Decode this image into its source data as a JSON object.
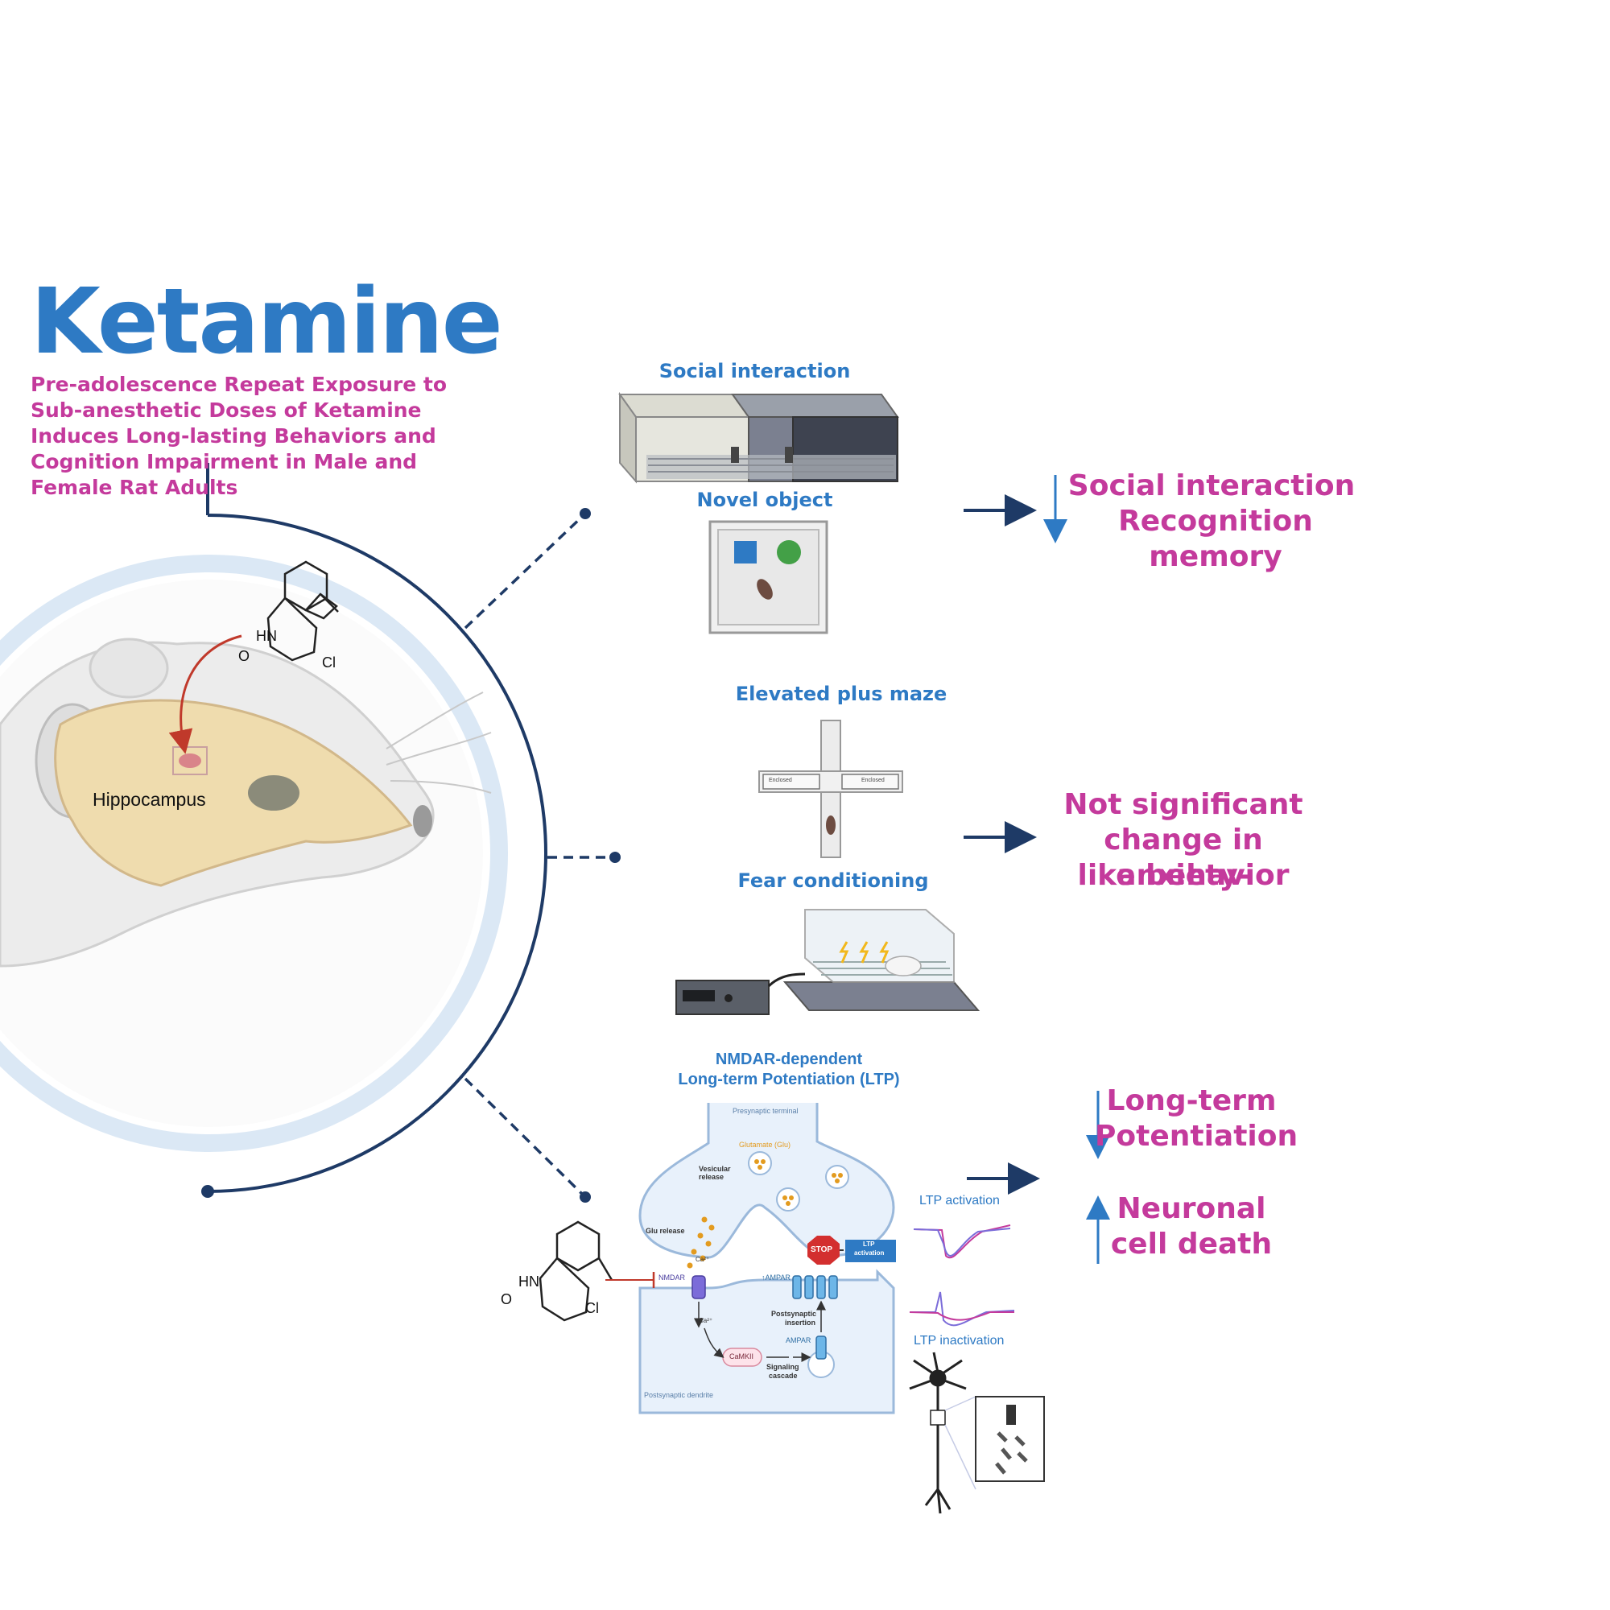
{
  "header": {
    "title": "Ketamine",
    "subtitle": "Pre-adolescence Repeat Exposure to Sub-anesthetic Doses of Ketamine Induces Long-lasting Behaviors and Cognition Impairment in Male and Female Rat Adults"
  },
  "brain": {
    "region_label": "Hippocampus"
  },
  "molecule": {
    "atom_hn": "HN",
    "atom_o": "O",
    "atom_cl": "Cl"
  },
  "tests": {
    "social_interaction": "Social interaction",
    "novel_object": "Novel object",
    "elevated_plus_maze": "Elevated plus maze",
    "epm_arm_label": "Enclosed",
    "fear_conditioning": "Fear conditioning",
    "ltp_title_line1": "NMDAR-dependent",
    "ltp_title_line2": "Long-term Potentiation (LTP)"
  },
  "synapse": {
    "presynaptic": "Presynaptic terminal",
    "glutamate": "Glutamate (Glu)",
    "vesicular_release_1": "Vesicular",
    "vesicular_release_2": "release",
    "glu_release": "Glu release",
    "ca": "Ca²⁺",
    "nmdar": "NMDAR",
    "ampar_up": "↑AMPAR",
    "ampar": "AMPAR",
    "stop": "STOP",
    "ltp_activation_box_1": "LTP",
    "ltp_activation_box_2": "activation",
    "postsynaptic_insertion_1": "Postsynaptic",
    "postsynaptic_insertion_2": "insertion",
    "camkii": "CaMKII",
    "signaling_1": "Signaling",
    "signaling_2": "cascade",
    "postsynaptic_dendrite": "Postsynaptic dendrite",
    "ltp_activation_trace": "LTP activation",
    "ltp_inactivation_trace": "LTP inactivation"
  },
  "outcomes": {
    "group1": [
      "Social interaction",
      "Recognition memory"
    ],
    "group2": [
      "Not significant",
      "change in anxiety-",
      "like behavior"
    ],
    "group3a": [
      "Long-term",
      "Potentiation"
    ],
    "group3b": [
      "Neuronal",
      "cell death"
    ]
  },
  "colors": {
    "title_blue": "#2e7ac4",
    "magenta": "#c43a9c",
    "navy": "#1e3a66",
    "ring_light": "#dbe8f5"
  }
}
